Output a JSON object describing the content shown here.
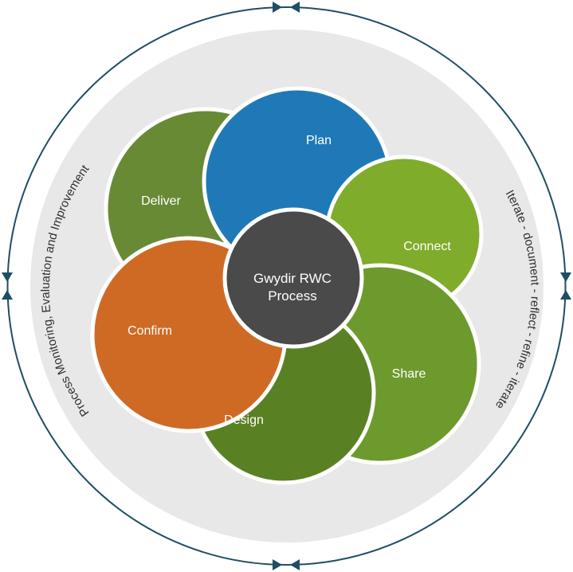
{
  "diagram": {
    "center_label_line1": "Gwydir RWC",
    "center_label_line2": "Process",
    "left_arc_text": "Process Monitoring, Evaluation and Improvement",
    "right_arc_text": "Iterate - document - reflect - refine - iterate",
    "colors": {
      "outer_ring": "#1f4e63",
      "background_disc": "#e8e8e8",
      "hub": "#4a4a4a"
    },
    "stages": [
      {
        "label": "Plan",
        "color": "#2079b7"
      },
      {
        "label": "Connect",
        "color": "#7fac2b"
      },
      {
        "label": "Share",
        "color": "#6d9a2d"
      },
      {
        "label": "Design",
        "color": "#5a8024"
      },
      {
        "label": "Confirm",
        "color": "#cf6a25"
      },
      {
        "label": "Deliver",
        "color": "#688a35"
      }
    ]
  }
}
